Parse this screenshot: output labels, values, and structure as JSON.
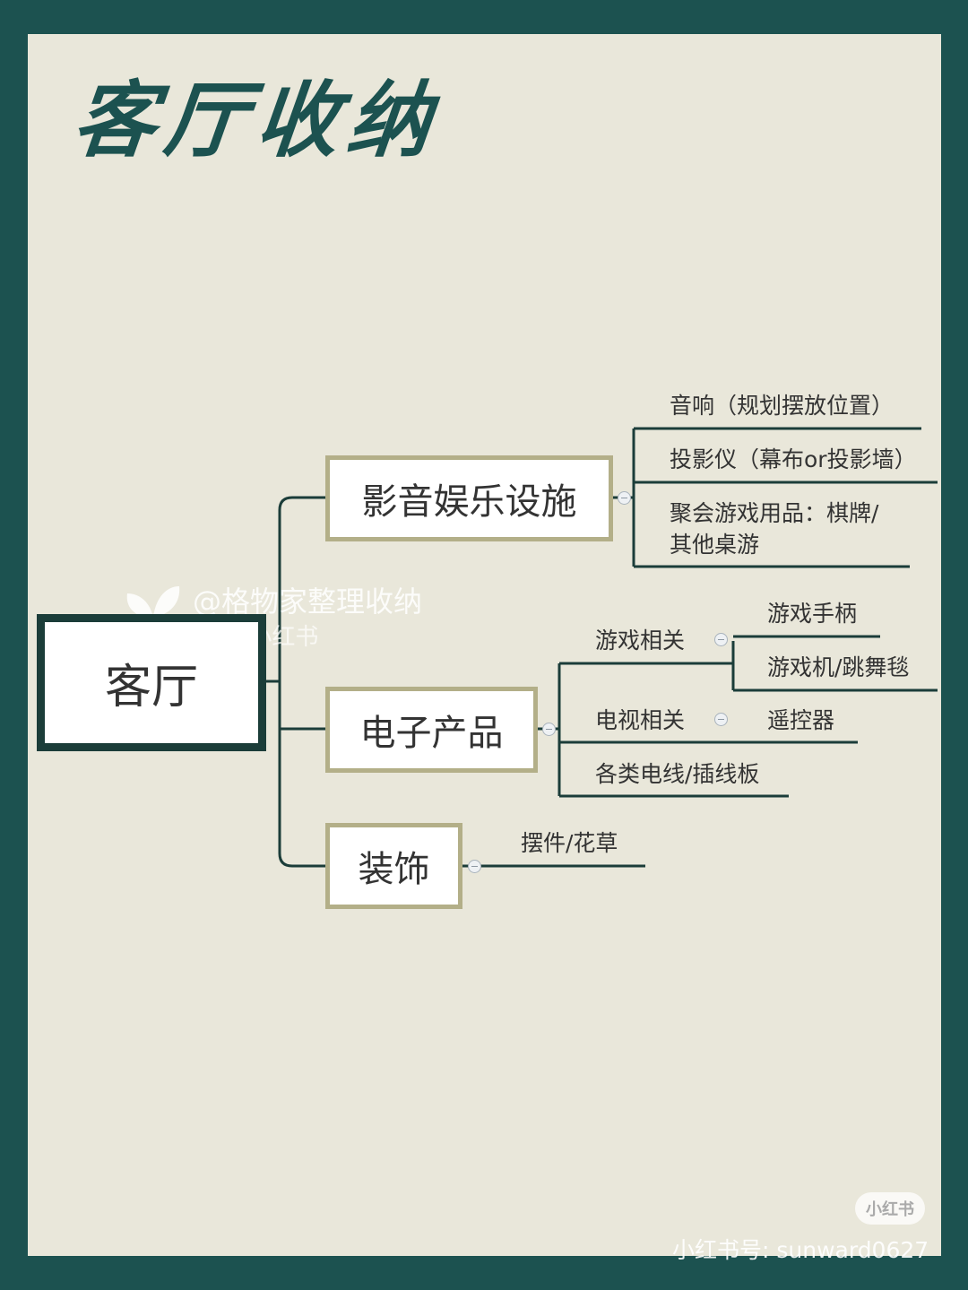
{
  "title": "客厅收纳",
  "diagram": {
    "root": "客厅",
    "branches": [
      {
        "label": "影音娱乐设施",
        "children": [
          "音响（规划摆放位置）",
          "投影仪（幕布or投影墙）",
          "聚会游戏用品：棋牌/",
          "其他桌游"
        ]
      },
      {
        "label": "电子产品",
        "children": [
          {
            "label": "游戏相关",
            "children": [
              "游戏手柄",
              "游戏机/跳舞毯"
            ]
          },
          {
            "label": "电视相关",
            "children": [
              "遥控器"
            ]
          },
          {
            "label": "各类电线/插线板"
          }
        ]
      },
      {
        "label": "装饰",
        "children": [
          "摆件/花草"
        ]
      }
    ]
  },
  "watermark": {
    "line1": "@格物家整理收纳",
    "line2": "From小红书"
  },
  "footer": {
    "badge": "小红书",
    "account": "小红书号: sunward0627"
  },
  "colors": {
    "background": "#1c5250",
    "panel": "#e9e7da",
    "root_border": "#1b3d39",
    "branch_border": "#b3af88"
  }
}
